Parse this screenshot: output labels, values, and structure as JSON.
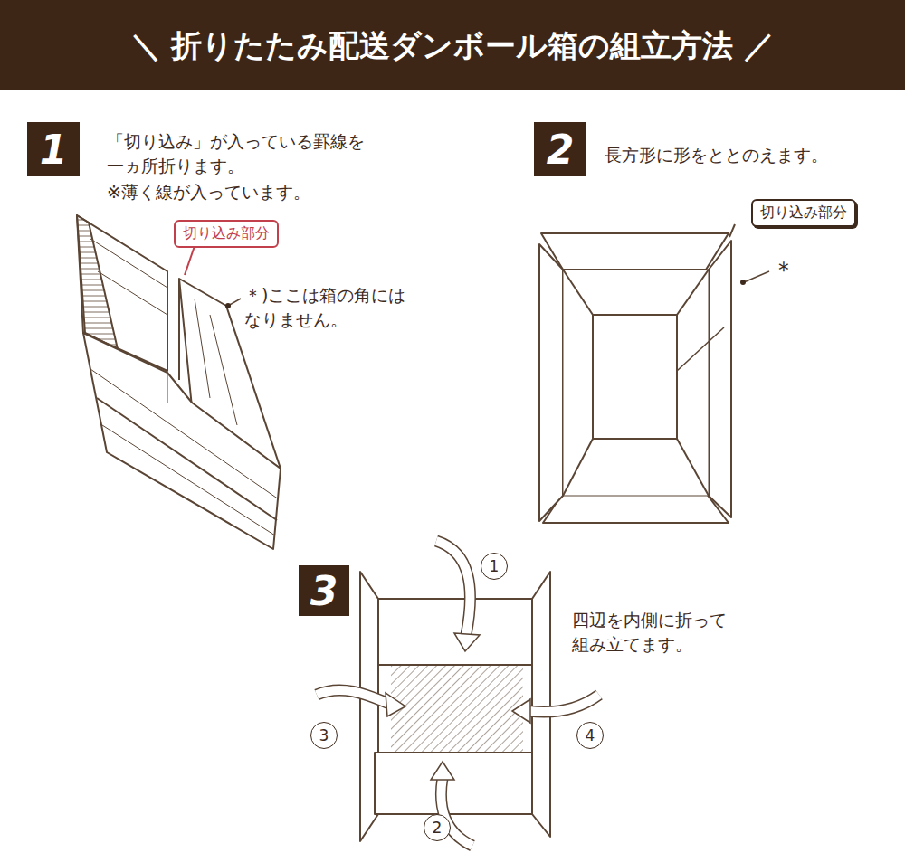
{
  "diagram": {
    "title": "＼ 折りたたみ配送ダンボール箱の組立方法 ／",
    "nodes": [
      {
        "text": [
          "1"
        ]
      },
      {
        "text": [
          "切り込み部分"
        ]
      },
      {
        "text": [
          "2"
        ]
      },
      {
        "text": [
          "切り込み部分"
        ]
      },
      {
        "text": [
          "3"
        ]
      },
      {
        "text": [
          "1"
        ]
      },
      {
        "text": [
          "2"
        ]
      },
      {
        "text": [
          "3"
        ]
      },
      {
        "text": [
          "4"
        ]
      }
    ],
    "labels": [
      "「切り込み」が入っている罫線を 一ヵ所折ります。",
      "※薄く線が入っています。",
      "＊)ここは箱の角には なりません。",
      "長方形に形をととのえます。",
      "＊",
      "四辺を内側に折って 組み立てます。"
    ]
  }
}
